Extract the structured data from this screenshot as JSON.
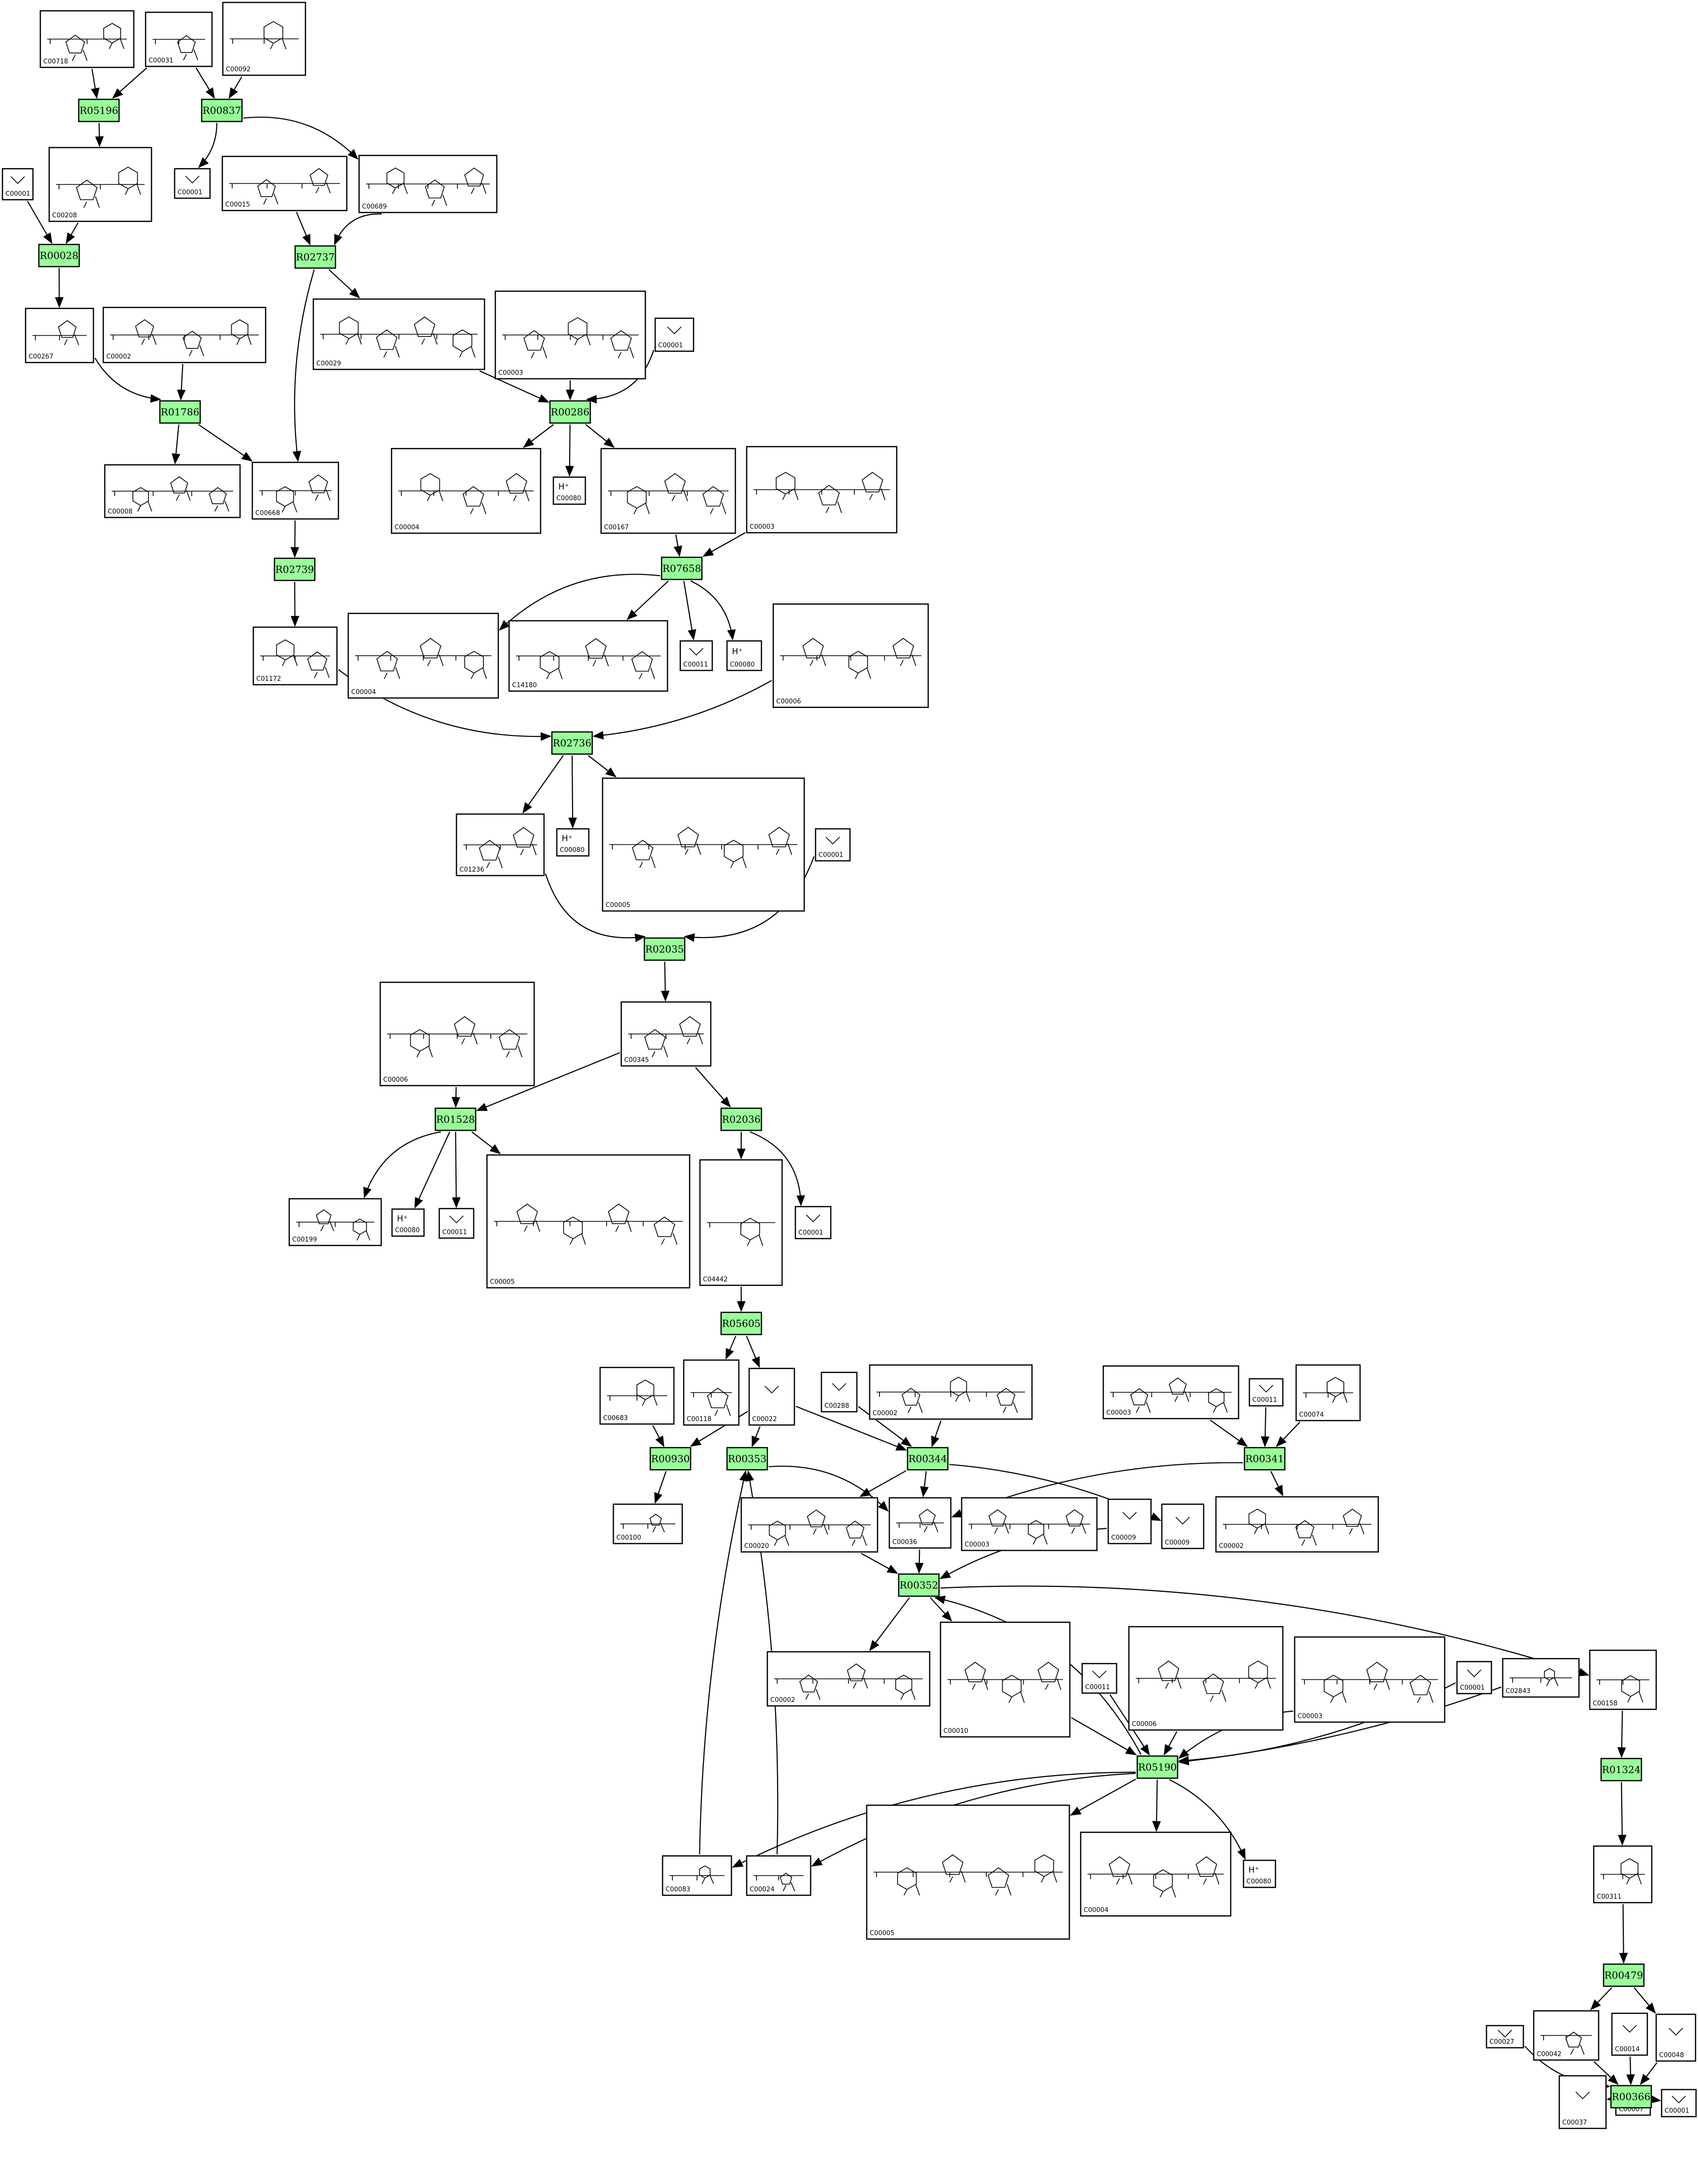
{
  "colors": {
    "reaction_fill": "#99ff99",
    "line": "#000000",
    "background": "#ffffff"
  },
  "compounds": [
    {
      "id": "C00718",
      "label": "C00718"
    },
    {
      "id": "C00031",
      "label": "C00031"
    },
    {
      "id": "C00092",
      "label": "C00092"
    },
    {
      "id": "C00001a",
      "label": "C00001"
    },
    {
      "id": "C00208",
      "label": "C00208"
    },
    {
      "id": "C00001b",
      "label": "C00001"
    },
    {
      "id": "C00015",
      "label": "C00015"
    },
    {
      "id": "C00689",
      "label": "C00689"
    },
    {
      "id": "C00267",
      "label": "C00267"
    },
    {
      "id": "C00002a",
      "label": "C00002"
    },
    {
      "id": "C00029",
      "label": "C00029"
    },
    {
      "id": "C00003a",
      "label": "C00003"
    },
    {
      "id": "C00001c",
      "label": "C00001"
    },
    {
      "id": "C00008",
      "label": "C00008"
    },
    {
      "id": "C00668",
      "label": "C00668"
    },
    {
      "id": "C00004a",
      "label": "C00004"
    },
    {
      "id": "C00080a",
      "label": "C00080",
      "ion": "H⁺"
    },
    {
      "id": "C00167",
      "label": "C00167"
    },
    {
      "id": "C00003b",
      "label": "C00003"
    },
    {
      "id": "C01172",
      "label": "C01172"
    },
    {
      "id": "C00004b",
      "label": "C00004"
    },
    {
      "id": "C14180",
      "label": "C14180"
    },
    {
      "id": "C00011a",
      "label": "C00011"
    },
    {
      "id": "C00080b",
      "label": "C00080",
      "ion": "H⁺"
    },
    {
      "id": "C00006a",
      "label": "C00006"
    },
    {
      "id": "C01236",
      "label": "C01236"
    },
    {
      "id": "C00080c",
      "label": "C00080",
      "ion": "H⁺"
    },
    {
      "id": "C00005a",
      "label": "C00005"
    },
    {
      "id": "C00001d",
      "label": "C00001"
    },
    {
      "id": "C00006b",
      "label": "C00006"
    },
    {
      "id": "C00345",
      "label": "C00345"
    },
    {
      "id": "C00199",
      "label": "C00199"
    },
    {
      "id": "C00080d",
      "label": "C00080",
      "ion": "H⁺"
    },
    {
      "id": "C00011b",
      "label": "C00011"
    },
    {
      "id": "C00005b",
      "label": "C00005"
    },
    {
      "id": "C04442",
      "label": "C04442"
    },
    {
      "id": "C00001e",
      "label": "C00001"
    },
    {
      "id": "C00683",
      "label": "C00683"
    },
    {
      "id": "C00118",
      "label": "C00118"
    },
    {
      "id": "C00022",
      "label": "C00022"
    },
    {
      "id": "C00288",
      "label": "C00288"
    },
    {
      "id": "C00002b",
      "label": "C00002"
    },
    {
      "id": "C00003c",
      "label": "C00003"
    },
    {
      "id": "C00011c",
      "label": "C00011"
    },
    {
      "id": "C00074",
      "label": "C00074"
    },
    {
      "id": "C00100",
      "label": "C00100"
    },
    {
      "id": "C00020",
      "label": "C00020"
    },
    {
      "id": "C00036",
      "label": "C00036"
    },
    {
      "id": "C00003d",
      "label": "C00003"
    },
    {
      "id": "C00009a",
      "label": "C00009"
    },
    {
      "id": "C00009b",
      "label": "C00009"
    },
    {
      "id": "C00002c",
      "label": "C00002"
    },
    {
      "id": "C00002d",
      "label": "C00002"
    },
    {
      "id": "C00010",
      "label": "C00010"
    },
    {
      "id": "C00011d",
      "label": "C00011"
    },
    {
      "id": "C00006c",
      "label": "C00006"
    },
    {
      "id": "C00003e",
      "label": "C00003"
    },
    {
      "id": "C00001f",
      "label": "C00001"
    },
    {
      "id": "C02843",
      "label": "C02843"
    },
    {
      "id": "C00158",
      "label": "C00158"
    },
    {
      "id": "C00083",
      "label": "C00083"
    },
    {
      "id": "C00024",
      "label": "C00024"
    },
    {
      "id": "C00005c",
      "label": "C00005"
    },
    {
      "id": "C00004c",
      "label": "C00004"
    },
    {
      "id": "C00080e",
      "label": "C00080",
      "ion": "H⁺"
    },
    {
      "id": "C00311",
      "label": "C00311"
    },
    {
      "id": "C00027",
      "label": "C00027"
    },
    {
      "id": "C00042",
      "label": "C00042"
    },
    {
      "id": "C00014",
      "label": "C00014"
    },
    {
      "id": "C00048",
      "label": "C00048"
    },
    {
      "id": "C00037",
      "label": "C00037"
    },
    {
      "id": "C00007",
      "label": "C00007"
    },
    {
      "id": "C00001g",
      "label": "C00001"
    }
  ],
  "reactions": [
    {
      "id": "R05196",
      "label": "R05196"
    },
    {
      "id": "R00837",
      "label": "R00837"
    },
    {
      "id": "R00028",
      "label": "R00028"
    },
    {
      "id": "R02737",
      "label": "R02737"
    },
    {
      "id": "R01786",
      "label": "R01786"
    },
    {
      "id": "R00286",
      "label": "R00286"
    },
    {
      "id": "R02739",
      "label": "R02739"
    },
    {
      "id": "R07658",
      "label": "R07658"
    },
    {
      "id": "R02736",
      "label": "R02736"
    },
    {
      "id": "R02035",
      "label": "R02035"
    },
    {
      "id": "R01528",
      "label": "R01528"
    },
    {
      "id": "R02036",
      "label": "R02036"
    },
    {
      "id": "R05605",
      "label": "R05605"
    },
    {
      "id": "R00930",
      "label": "R00930"
    },
    {
      "id": "R00353",
      "label": "R00353"
    },
    {
      "id": "R00344",
      "label": "R00344"
    },
    {
      "id": "R00341",
      "label": "R00341"
    },
    {
      "id": "R00352",
      "label": "R00352"
    },
    {
      "id": "R05190",
      "label": "R05190"
    },
    {
      "id": "R01324",
      "label": "R01324"
    },
    {
      "id": "R00479",
      "label": "R00479"
    },
    {
      "id": "R00366",
      "label": "R00366"
    }
  ]
}
